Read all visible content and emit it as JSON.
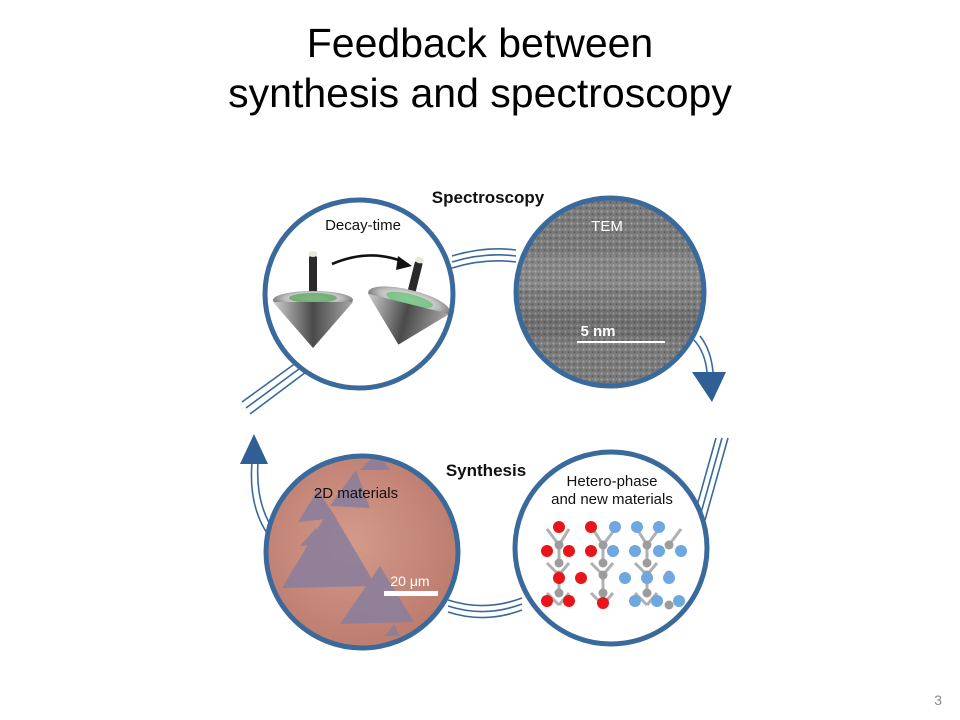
{
  "slide": {
    "title_line1": "Feedback between",
    "title_line2": "synthesis and spectroscopy",
    "page_number": "3"
  },
  "diagram": {
    "top_label": "Spectroscopy",
    "middle_label": "Synthesis",
    "panels": {
      "decay_time": {
        "label": "Decay-time"
      },
      "tem": {
        "label": "TEM",
        "scale_bar": "5 nm"
      },
      "materials_2d": {
        "label": "2D materials",
        "scale_bar": "20 μm"
      },
      "heterophase": {
        "label_line1": "Hetero-phase",
        "label_line2": "and new materials"
      }
    },
    "colors": {
      "ring": "#3a6a9c",
      "arrow": "#2f5f94",
      "atom_red": "#e8151b",
      "atom_blue": "#6fa8e0",
      "atom_grey": "#9c9c9c",
      "tem_bg": "#7d7d7d",
      "substrate": "#c9897a",
      "flake": "#8c7f9c"
    }
  }
}
